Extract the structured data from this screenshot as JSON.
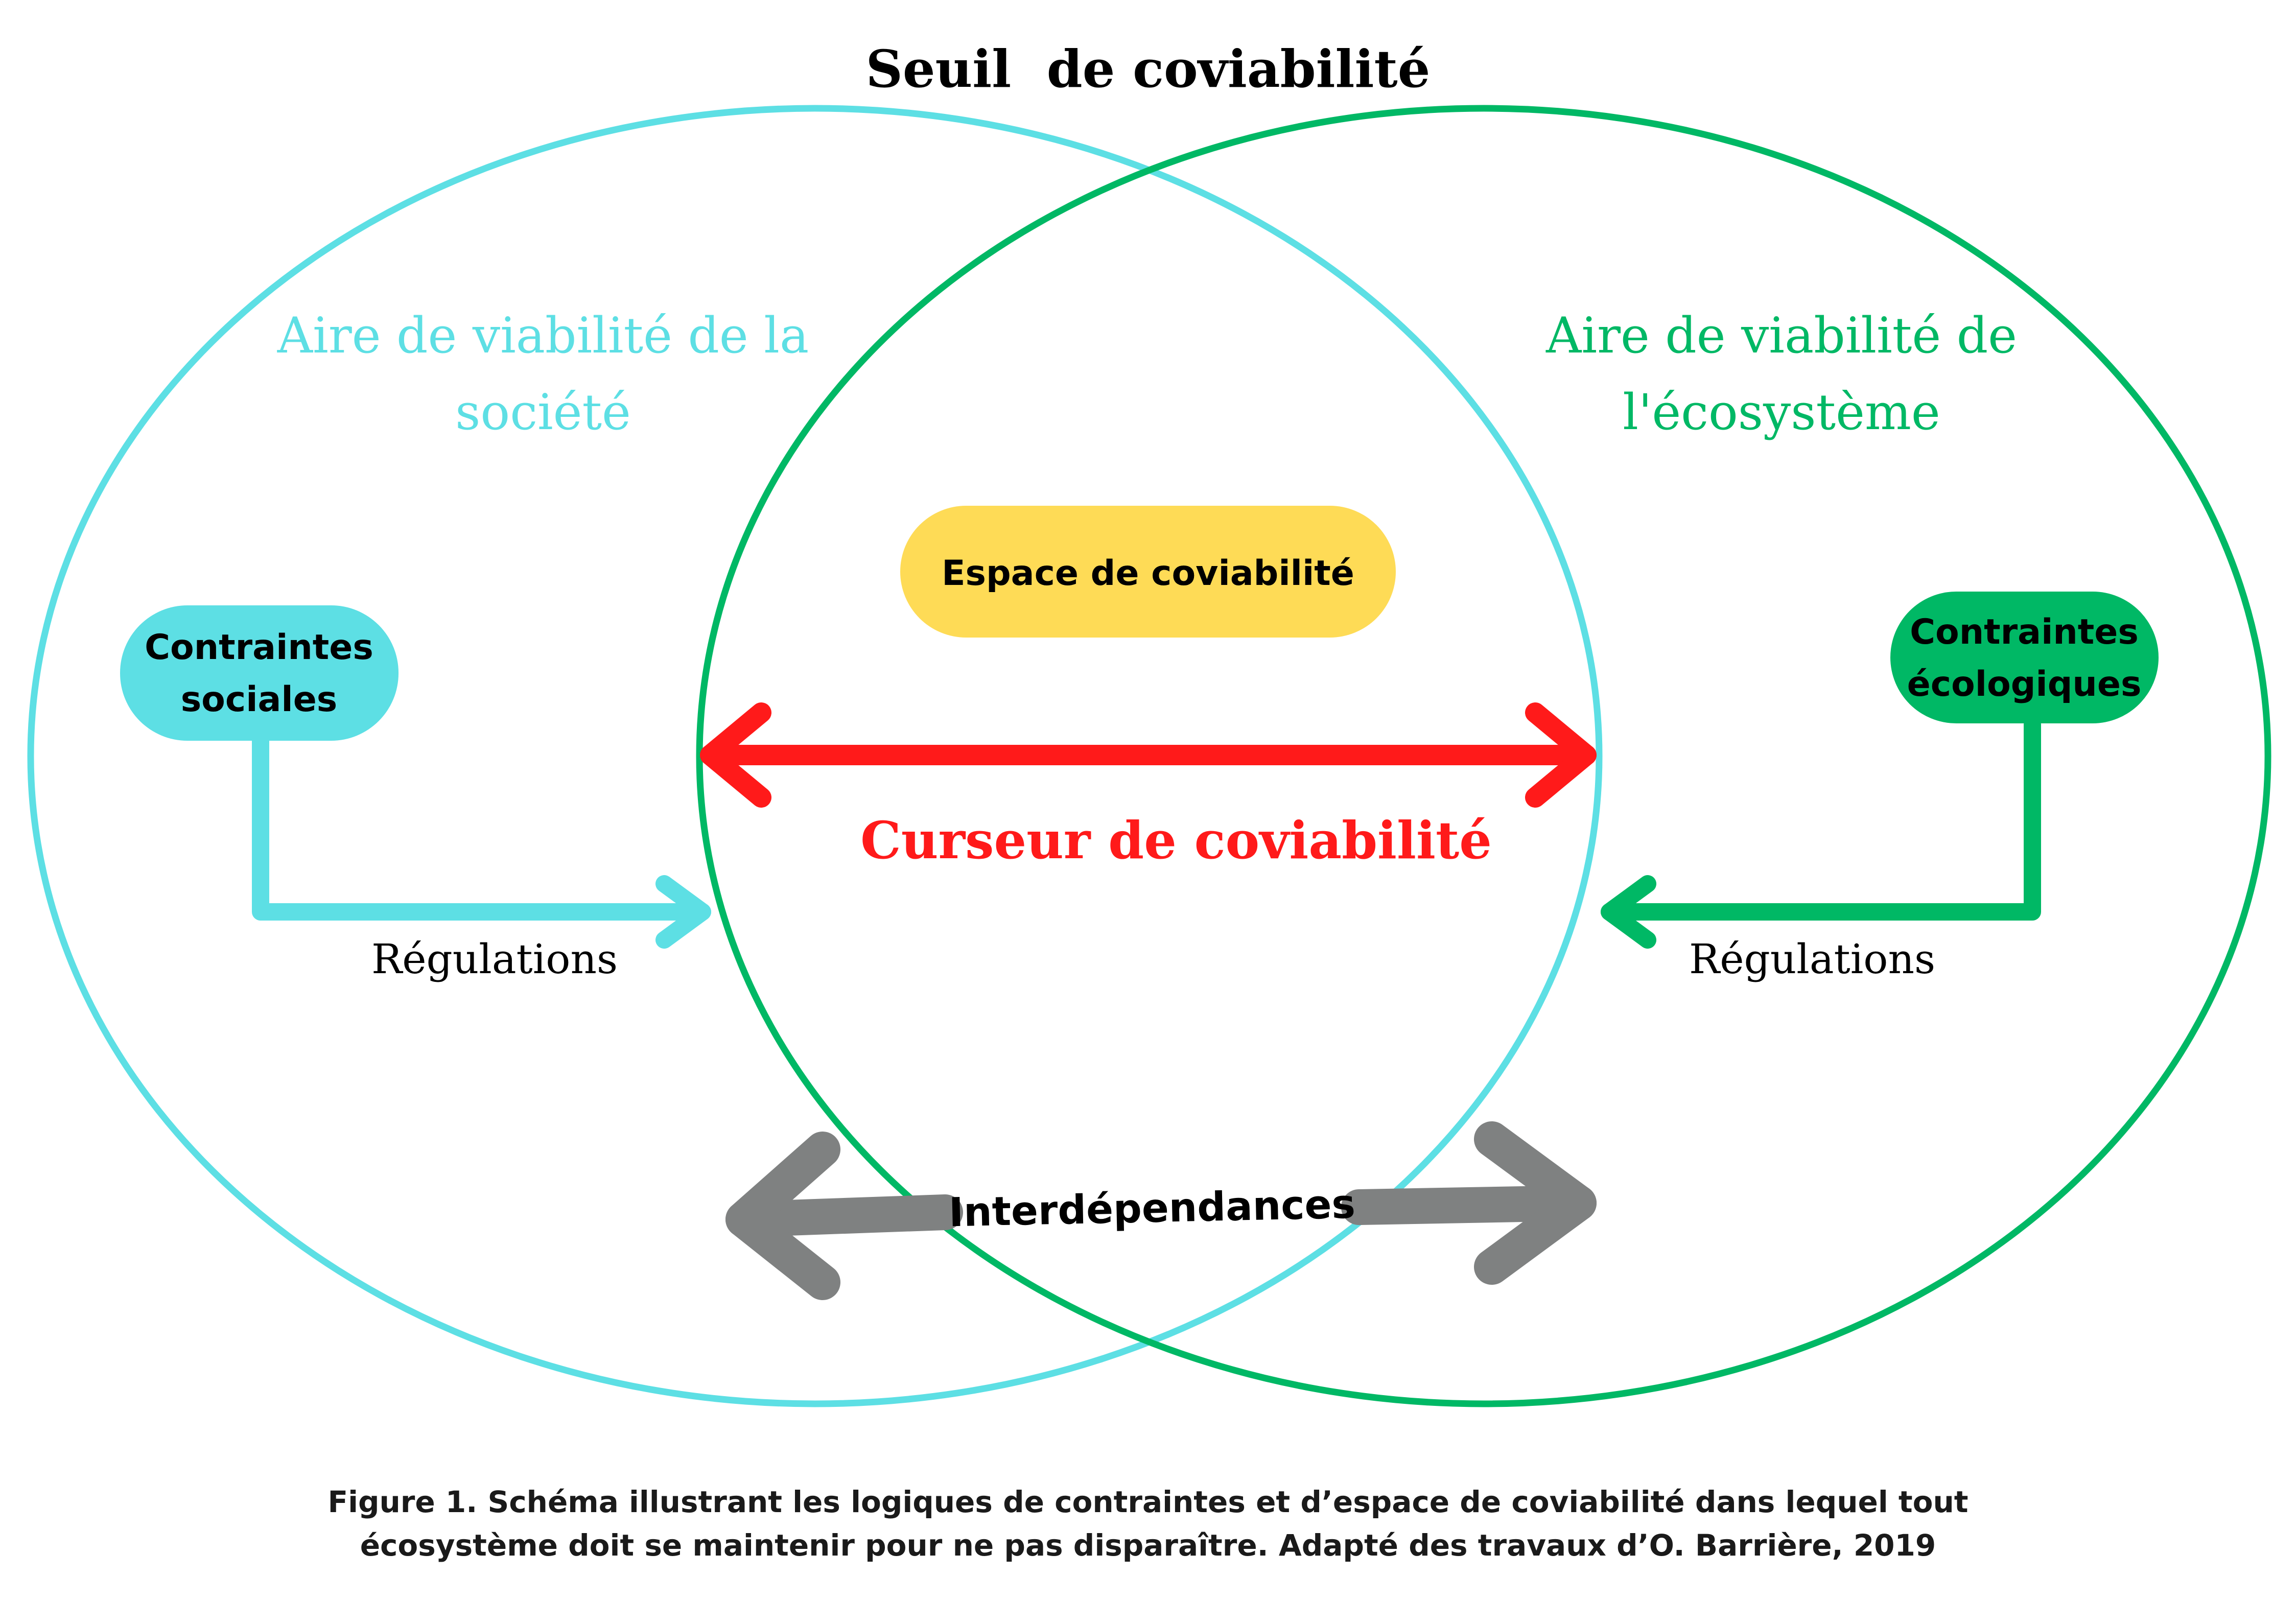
{
  "title": "Seuil  de coviabilité",
  "colors": {
    "society": "#5ddfe4",
    "ecosystem": "#00b865",
    "cursor": "#ff1a1a",
    "interdependence": "#7f8181",
    "space_pill": "#fedb56",
    "text": "#000000"
  },
  "society": {
    "area_line1": "Aire de viabilité de la",
    "area_line2": "société",
    "constraints_line1": "Contraintes",
    "constraints_line2": "sociales",
    "regulations": "Régulations"
  },
  "ecosystem": {
    "area_line1": "Aire de viabilité de",
    "area_line2": "l'écosystème",
    "constraints_line1": "Contraintes",
    "constraints_line2": "écologiques",
    "regulations": "Régulations"
  },
  "center": {
    "space": "Espace de coviabilité",
    "cursor": "Curseur de coviabilité",
    "interdependences": "Interdépendances"
  },
  "caption": {
    "line1": "Figure 1. Schéma illustrant les logiques de contraintes et d’espace de coviabilité dans lequel tout",
    "line2": "écosystème doit se maintenir pour ne pas disparaître. Adapté des travaux d’O. Barrière, 2019"
  }
}
